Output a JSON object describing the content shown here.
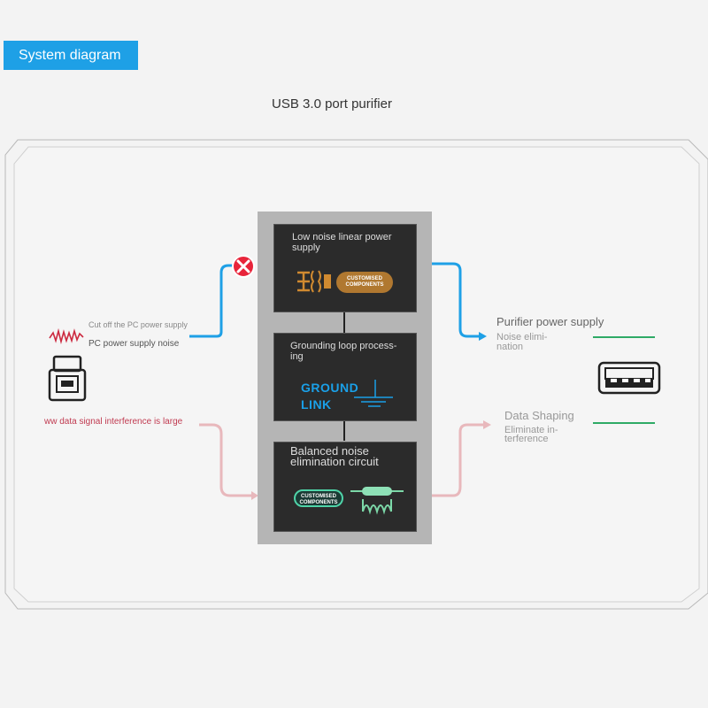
{
  "header": {
    "tag": "System diagram",
    "title": "USB 3.0 port purifier"
  },
  "blocks": [
    {
      "label": "Low noise linear power supply",
      "badge": "CUSTOMISED COMPONENTS"
    },
    {
      "label": "Grounding loop process- ing",
      "emblem_line1": "GROUND",
      "emblem_line2": "LINK"
    },
    {
      "label": "Balanced noise elimination circuit",
      "badge": "CUSTOMISED COMPONENTS"
    }
  ],
  "left": {
    "cut_off": "Cut off the PC power supply",
    "noise": "PC power supply noise",
    "data_interference": "ww data signal interference is large"
  },
  "right": {
    "purifier_power": "Purifier power supply",
    "noise_elim_1": "Noise elimi-",
    "noise_elim_2": "nation",
    "data_shaping": "Data Shaping",
    "eliminate_1": "Eliminate in-",
    "eliminate_2": "terference"
  },
  "colors": {
    "accent": "#1ea0e6",
    "pink": "#e8b8bc",
    "green": "#2eaa66",
    "orange": "#c98a3c",
    "red": "#e8243a",
    "teal": "#4fd3a8"
  },
  "icons": [
    "usb-b-plug-icon",
    "usb-a-port-icon",
    "noise-wave-icon",
    "cut-x-icon",
    "transformer-icon",
    "ground-symbol-icon",
    "inductor-icon"
  ]
}
